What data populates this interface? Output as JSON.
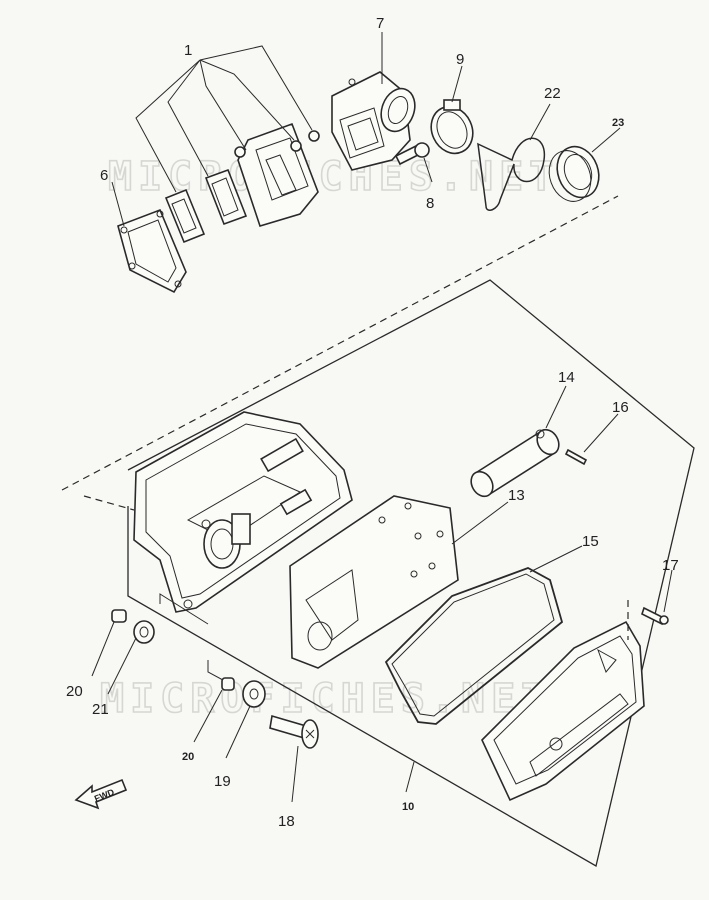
{
  "watermark": "MICROFICHES.NET",
  "fwd_label": "FWD",
  "callouts": {
    "c1": "1",
    "c6": "6",
    "c7": "7",
    "c8": "8",
    "c9": "9",
    "c22": "22",
    "c23": "23",
    "c14": "14",
    "c16": "16",
    "c13": "13",
    "c15": "15",
    "c17": "17",
    "c20a": "20",
    "c21": "21",
    "c20b": "20",
    "c19": "19",
    "c18": "18",
    "c10": "10"
  }
}
